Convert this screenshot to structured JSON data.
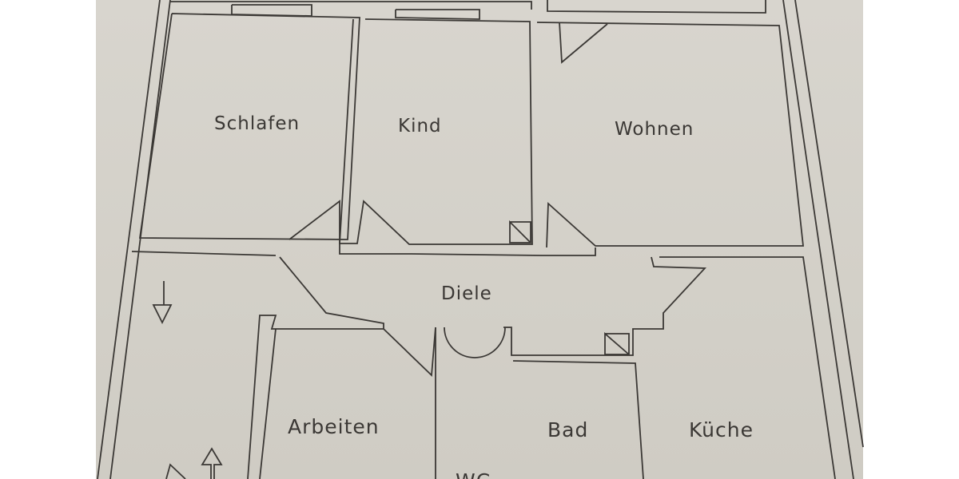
{
  "rooms": {
    "schlafen": "Schlafen",
    "kind": "Kind",
    "wohnen": "Wohnen",
    "diele": "Diele",
    "arbeiten": "Arbeiten",
    "bad": "Bad",
    "kueche": "Küche",
    "wc": "WC"
  },
  "colors": {
    "paper": "#d6d3cc",
    "ink": "#3b3835"
  }
}
